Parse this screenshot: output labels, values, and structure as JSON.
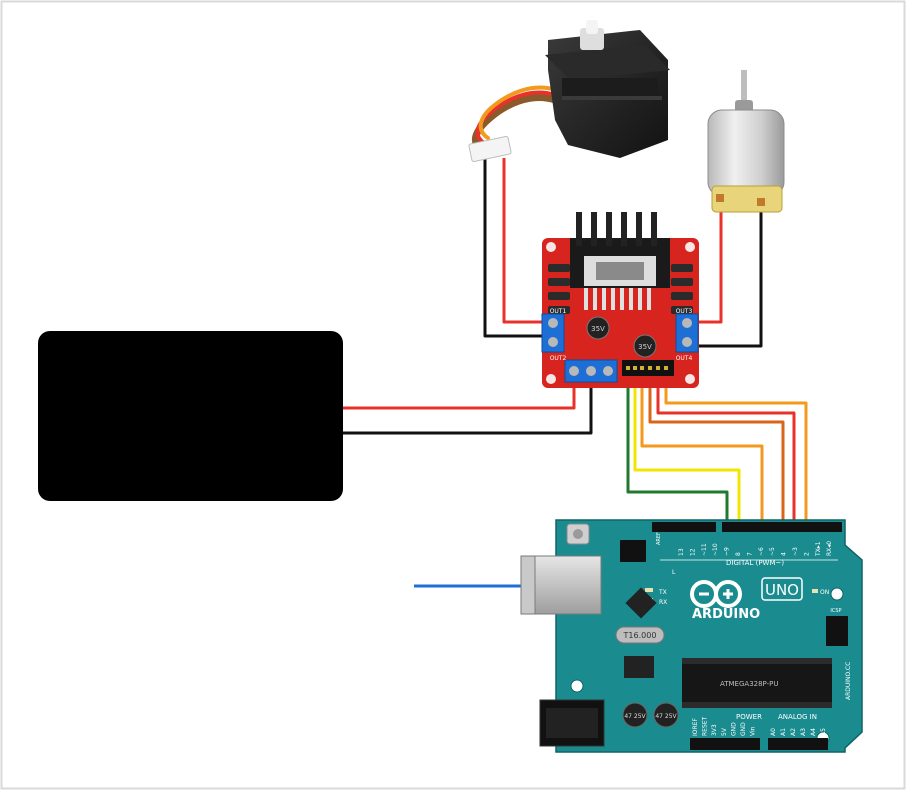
{
  "colors": {
    "background": "#ffffff",
    "frame": "#d9d9d9",
    "battery": "#000000",
    "wire_red": "#e8312a",
    "wire_black": "#111111",
    "wire_green": "#1f7a2e",
    "wire_yellow": "#f2e600",
    "wire_orange": "#f39a1e",
    "wire_dark_orange": "#d9641a",
    "wire_blue": "#1e6fd8",
    "driver_board": "#d8241e",
    "arduino_board": "#1a8c8f"
  },
  "components": {
    "battery": {
      "label": ""
    },
    "servo": {
      "label": ""
    },
    "dc_motor": {
      "label": ""
    },
    "motor_driver": {
      "out1_label": "OUT1",
      "out2_label": "OUT2",
      "out3_label": "OUT3",
      "out4_label": "OUT4",
      "cap_text": "35V"
    },
    "arduino": {
      "brand": "ARDUINO",
      "model": "UNO",
      "digital_header_label": "DIGITAL (PWM~)",
      "digital_pins": [
        "13",
        "12",
        "~11",
        "~10",
        "~9",
        "8",
        "7",
        "~6",
        "~5",
        "4",
        "~3",
        "2",
        "TX▸1",
        "RX◂0"
      ],
      "aref_label": "AREF",
      "gnd_label": "GND",
      "power_label": "POWER",
      "analog_label": "ANALOG IN",
      "power_pins": [
        "IOREF",
        "RESET",
        "3V3",
        "5V",
        "GND",
        "GND",
        "Vin"
      ],
      "analog_pins": [
        "A0",
        "A1",
        "A2",
        "A3",
        "A4",
        "A5"
      ],
      "crystal_text": "T16.000",
      "chip_text": "ATMEGA328P-PU",
      "cap1_text": "47 25V",
      "cap2_text": "47 25V",
      "on_label": "ON",
      "tx_label": "TX",
      "rx_label": "RX",
      "l_label": "L",
      "icsp_label": "ICSP",
      "side_text": "ARDUINO.CC"
    }
  }
}
